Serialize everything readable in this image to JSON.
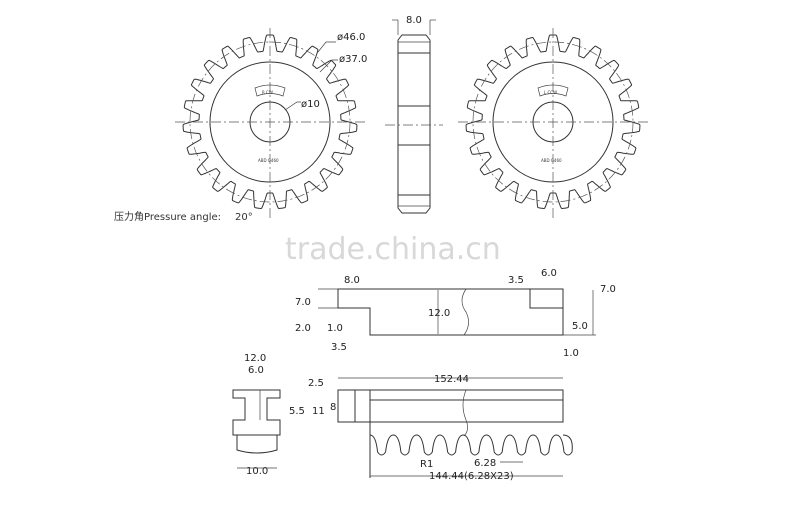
{
  "watermark": "trade.china.cn",
  "pressure_angle": {
    "label": "压力角Pressure angle:",
    "value": "20°"
  },
  "gear_left": {
    "outer_dia": "ø46.0",
    "pitch_dia": "ø37.0",
    "bore_dia": "ø10",
    "direction": "R CW",
    "marking": "ABD G460",
    "teeth": 23
  },
  "gear_side": {
    "width": "8.0"
  },
  "gear_right": {
    "direction": "L CCW",
    "marking": "ABD G460",
    "teeth": 23
  },
  "rack_top": {
    "d_8": "8.0",
    "d_7a": "7.0",
    "d_2": "2.0",
    "d_1a": "1.0",
    "d_35a": "3.5",
    "d_12": "12.0",
    "d_35b": "3.5",
    "d_6": "6.0",
    "d_7b": "7.0",
    "d_5": "5.0",
    "d_1b": "1.0"
  },
  "rack_end": {
    "d_12": "12.0",
    "d_6": "6.0",
    "d_25": "2.5",
    "d_55": "5.5",
    "d_11": "11",
    "d_10": "10.0"
  },
  "rack_front": {
    "length": "152.44",
    "height": "8",
    "radius": "R1",
    "pitch": "6.28",
    "teeth_length": "144.44(6.28X23)"
  }
}
